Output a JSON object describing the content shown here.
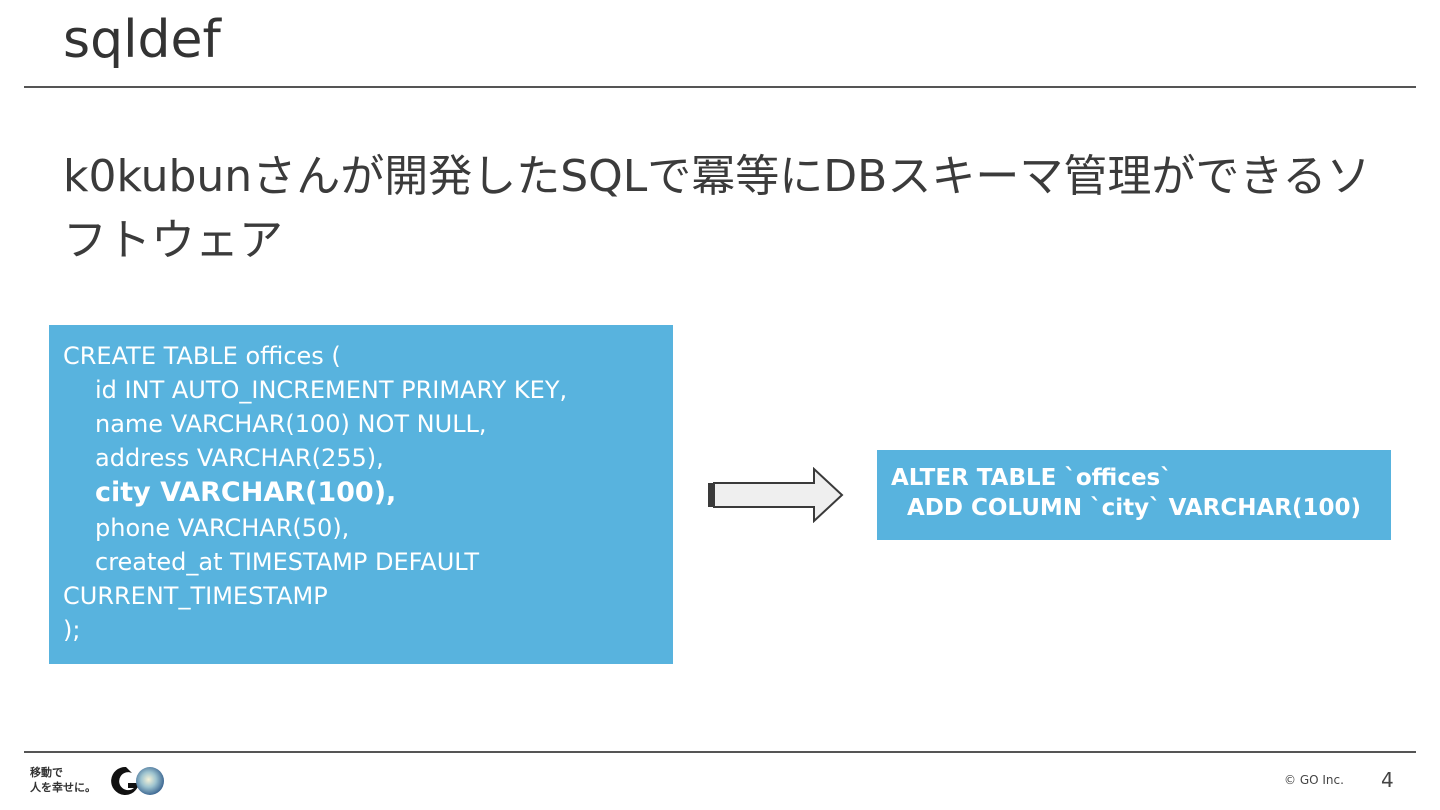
{
  "slide": {
    "title": "sqldef",
    "subtitle": "k0kubunさんが開発したSQLで冪等にDBスキーマ管理ができるソフトウェア",
    "code": {
      "lines": [
        "CREATE TABLE offices (",
        "id INT AUTO_INCREMENT PRIMARY KEY,",
        "name VARCHAR(100) NOT NULL,",
        "address VARCHAR(255),",
        "city VARCHAR(100),",
        "phone VARCHAR(50),",
        "created_at TIMESTAMP DEFAULT",
        "CURRENT_TIMESTAMP",
        ");"
      ]
    },
    "result": {
      "lines": [
        "ALTER TABLE `offices`",
        "ADD COLUMN `city` VARCHAR(100)"
      ]
    },
    "footer": {
      "tagline_line1": "移動で",
      "tagline_line2": "人を幸せに。",
      "copyright": "© GO Inc.",
      "page_number": "4"
    },
    "colors": {
      "box_blue": "#58b3de",
      "rule": "#555555",
      "text": "#3b3b3b"
    }
  }
}
